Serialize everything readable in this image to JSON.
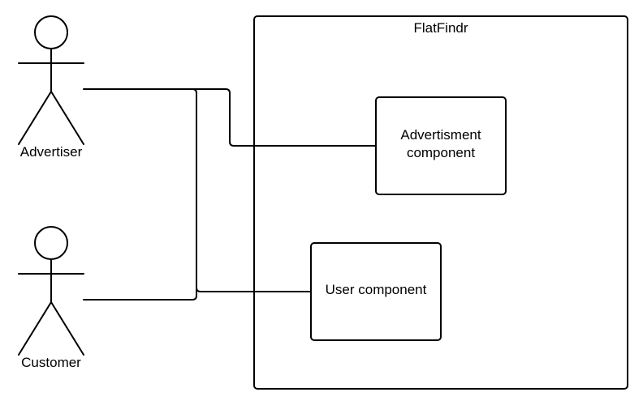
{
  "system": {
    "title": "FlatFindr"
  },
  "components": {
    "advertisment": {
      "line1": "Advertisment",
      "line2": "component"
    },
    "user": {
      "label": "User component"
    }
  },
  "actors": {
    "advertiser": {
      "label": "Advertiser"
    },
    "customer": {
      "label": "Customer"
    }
  }
}
